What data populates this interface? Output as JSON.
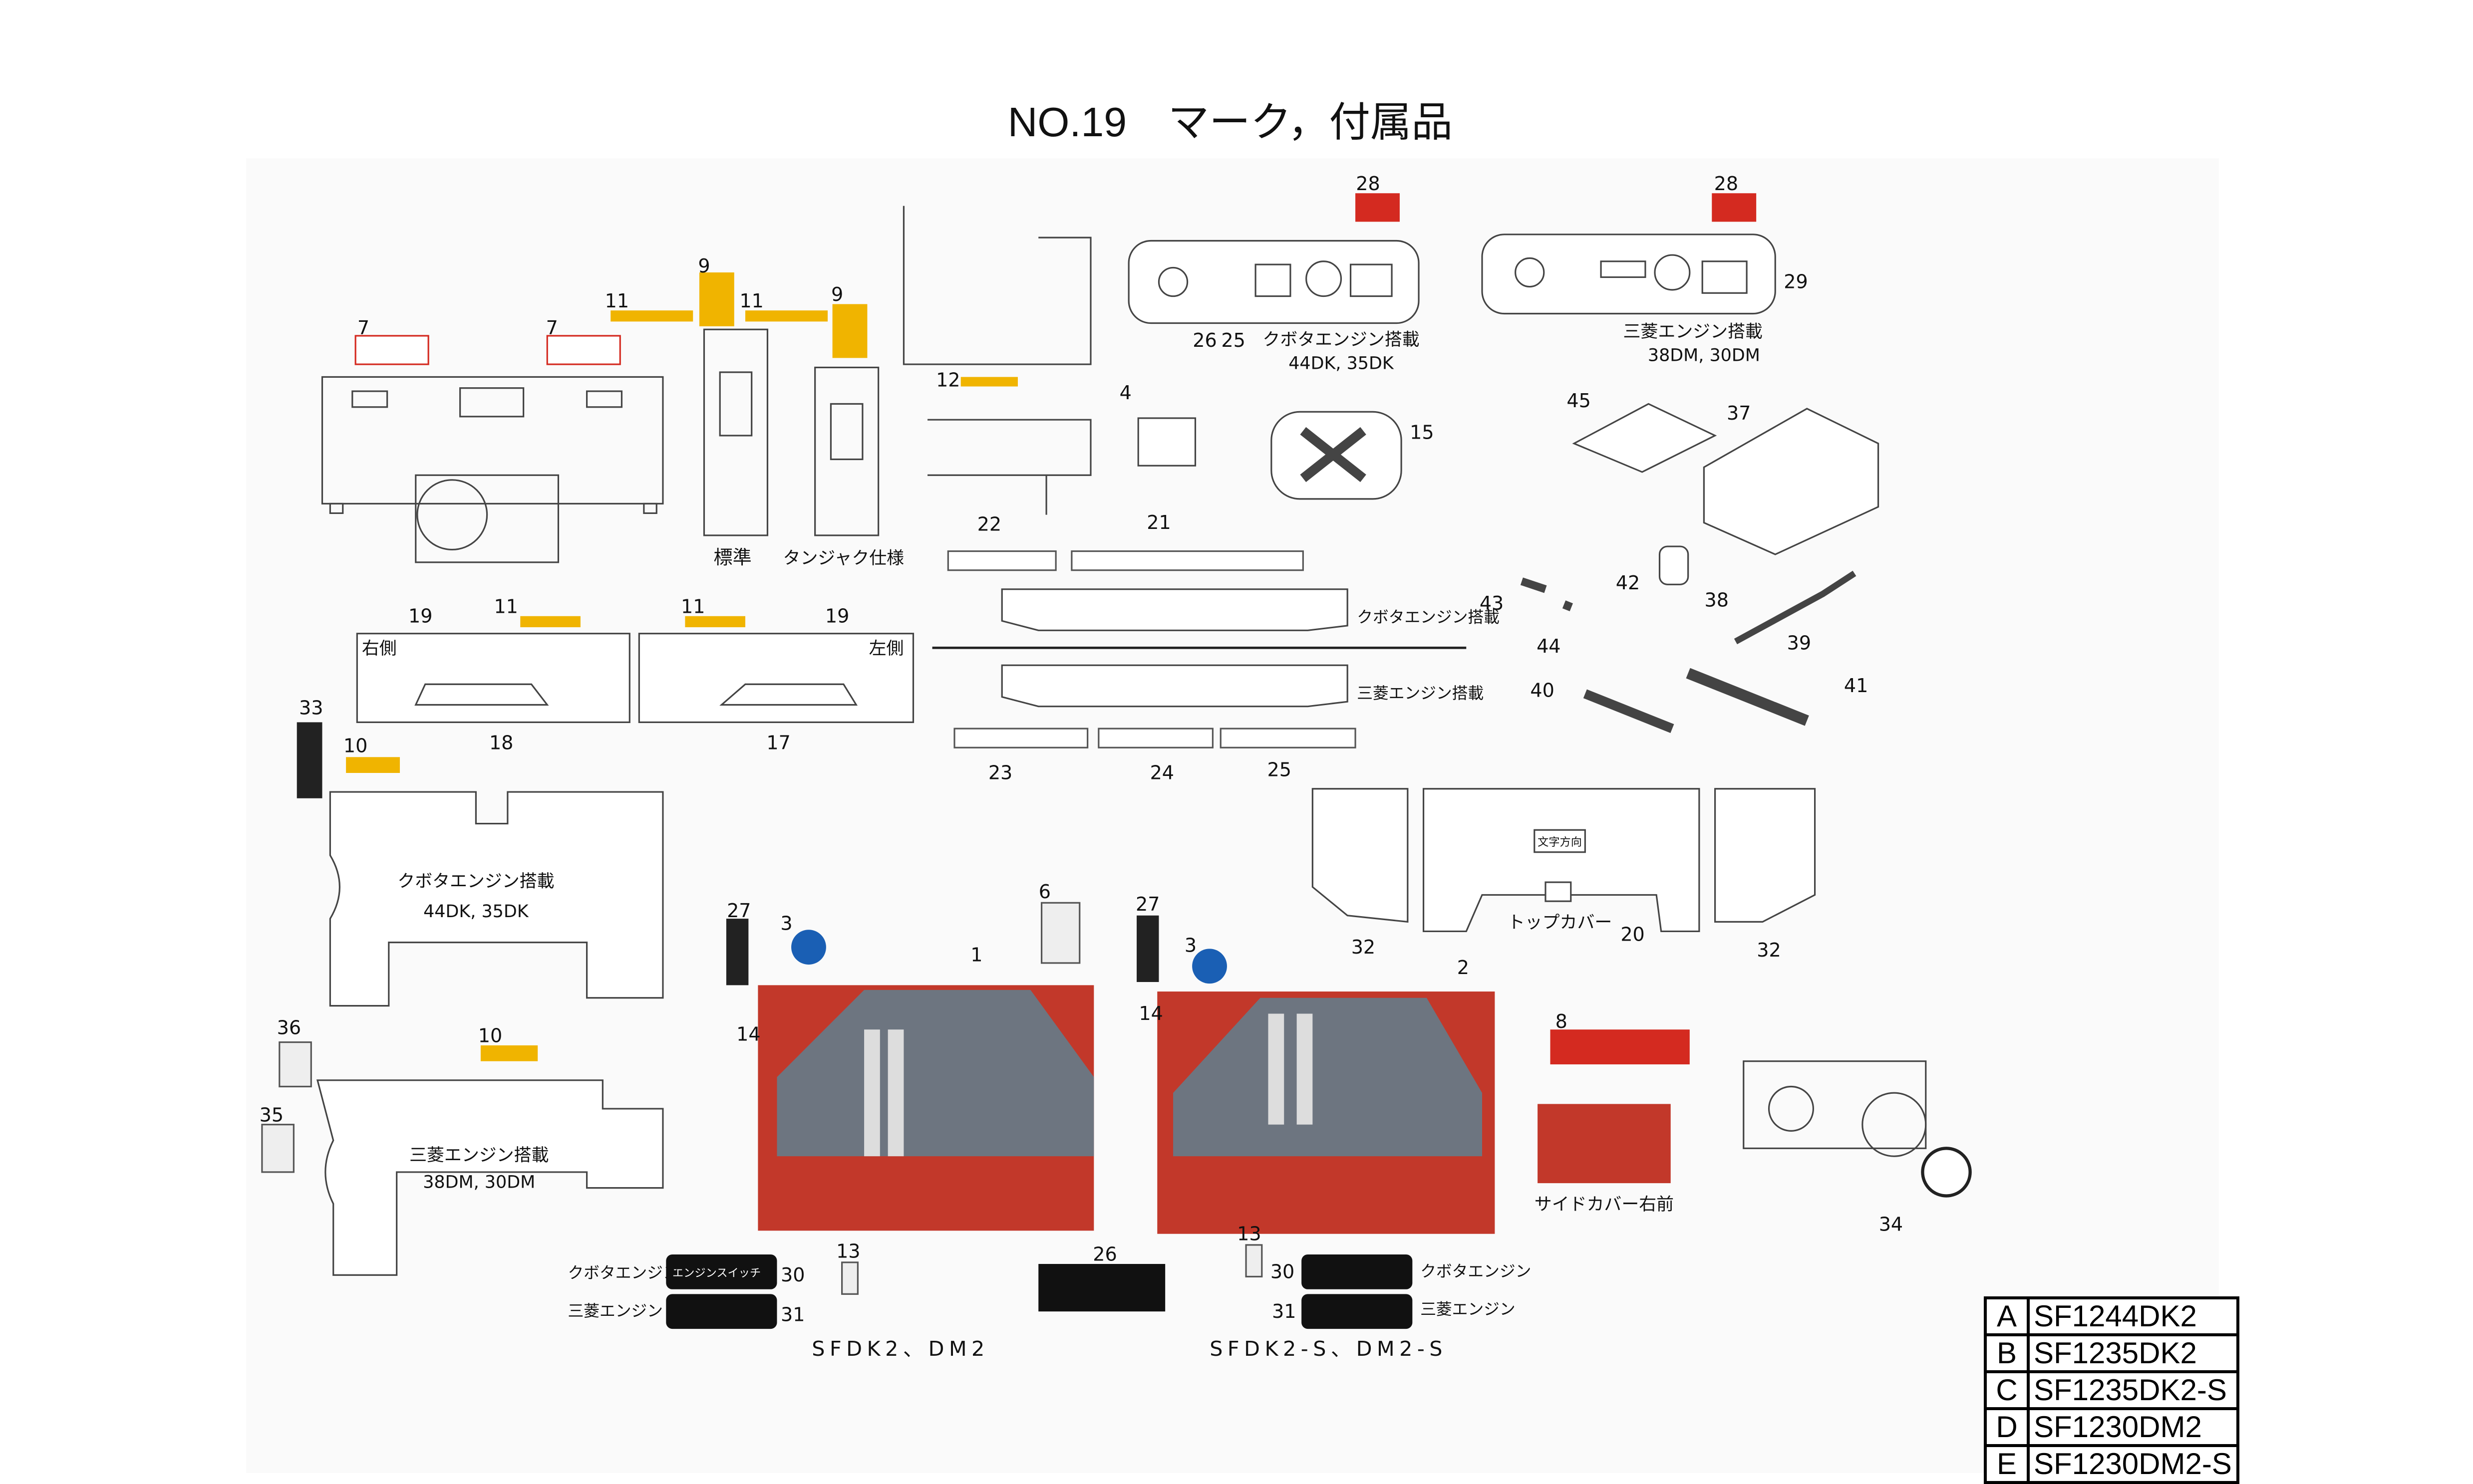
{
  "title": "NO.19　マーク，付属品",
  "callouts": [
    "7",
    "7",
    "9",
    "11",
    "11",
    "9",
    "12",
    "26",
    "25",
    "28",
    "28",
    "29",
    "4",
    "15",
    "22",
    "21",
    "45",
    "37",
    "38",
    "43",
    "42",
    "44",
    "39",
    "40",
    "41",
    "19",
    "11",
    "11",
    "19",
    "18",
    "17",
    "23",
    "24",
    "25",
    "33",
    "10",
    "20",
    "32",
    "32",
    "27",
    "3",
    "6",
    "1",
    "27",
    "3",
    "2",
    "14",
    "14",
    "8",
    "36",
    "10",
    "35",
    "34",
    "13",
    "26",
    "13",
    "30",
    "31",
    "30",
    "31"
  ],
  "captions": {
    "standard": "標準",
    "tanjaku": "タンジャク仕様",
    "right_side": "右側",
    "left_side": "左側",
    "kubota_cover": "クボタエンジン搭載",
    "kubota_models": "44DK, 35DK",
    "mitsubishi_cover": "三菱エンジン搭載",
    "mitsubishi_models": "38DM, 30DM",
    "kubota_belt": "クボタエンジン搭載",
    "mitsubishi_belt": "三菱エンジン搭載",
    "kubota_panel": "クボタエンジン搭載",
    "kubota_panel_models": "44DK, 35DK",
    "mitsubishi_panel": "三菱エンジン搭載",
    "mitsubishi_panel_models": "38DM, 30DM",
    "top_cover": "トップカバー",
    "text_direction": "文字方向",
    "side_cover": "サイドカバー右前",
    "kubota_engine_l1": "クボタエンジン",
    "mitsubishi_engine_l1": "三菱エンジン",
    "kubota_engine_r": "クボタエンジン",
    "mitsubishi_engine_r": "三菱エンジン",
    "engine_switch": "エンジンスイッチ",
    "group_left": "SFDK2、DM2",
    "group_right": "SFDK2-S、DM2-S"
  },
  "models": [
    {
      "code": "A",
      "name": "SF1244DK2"
    },
    {
      "code": "B",
      "name": "SF1235DK2"
    },
    {
      "code": "C",
      "name": "SF1235DK2-S"
    },
    {
      "code": "D",
      "name": "SF1230DM2"
    },
    {
      "code": "E",
      "name": "SF1230DM2-S"
    }
  ],
  "colors": {
    "label_red": "#d42a20",
    "label_yellow": "#f0b400",
    "panel_red": "#c2382a",
    "panel_dark": "#2a2a2a"
  }
}
